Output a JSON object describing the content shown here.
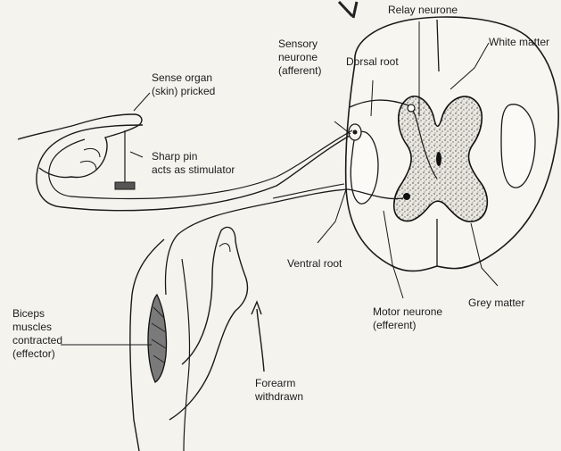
{
  "labels": {
    "relay_neurone": "Relay neurone",
    "white_matter": "White matter",
    "dorsal_root": "Dorsal root",
    "sensory_neurone": [
      "Sensory",
      "neurone",
      "(afferent)"
    ],
    "sense_organ": [
      "Sense organ",
      "(skin) pricked"
    ],
    "sharp_pin": [
      "Sharp pin",
      "acts as stimulator"
    ],
    "ventral_root": "Ventral root",
    "motor_neurone": [
      "Motor neurone",
      "(efferent)"
    ],
    "grey_matter": "Grey matter",
    "biceps": [
      "Biceps",
      "muscles",
      "contracted",
      "(effector)"
    ],
    "forearm": [
      "Forearm",
      "withdrawn"
    ]
  }
}
